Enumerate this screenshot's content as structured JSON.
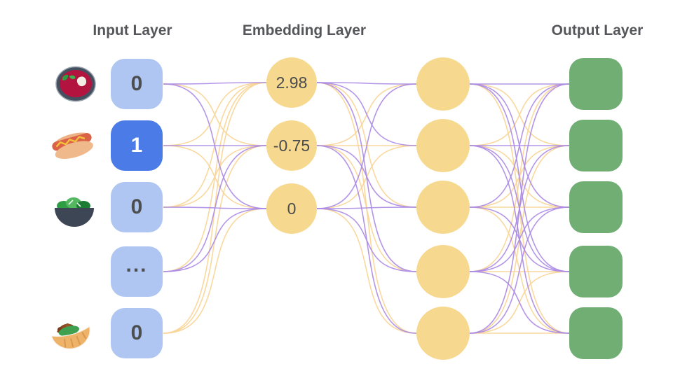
{
  "titles": {
    "input": "Input Layer",
    "embedding": "Embedding Layer",
    "output": "Output Layer"
  },
  "input_layer": {
    "nodes": [
      {
        "icon": "borscht-soup",
        "value": "0",
        "active": false
      },
      {
        "icon": "hot-dog",
        "value": "1",
        "active": true
      },
      {
        "icon": "green-salad",
        "value": "0",
        "active": false
      },
      {
        "icon": "none",
        "value": "...",
        "active": false
      },
      {
        "icon": "stuffed-flatbread",
        "value": "0",
        "active": false
      }
    ]
  },
  "embedding_layer": {
    "values": [
      "2.98",
      "-0.75",
      "0"
    ]
  },
  "hidden_layer": {
    "node_count": 5
  },
  "output_layer": {
    "node_count": 5
  },
  "connections": {
    "input_to_embedding": [
      [
        "P",
        "Y",
        "P"
      ],
      [
        "Y",
        "P",
        "Y"
      ],
      [
        "Y",
        "Y",
        "P"
      ],
      [
        "Y",
        "P",
        "P"
      ],
      [
        "Y",
        "Y",
        "Y"
      ]
    ],
    "embedding_to_hidden": [
      [
        "P",
        "P",
        "Y",
        "P",
        "Y"
      ],
      [
        "Y",
        "Y",
        "P",
        "Y",
        "P"
      ],
      [
        "P",
        "Y",
        "P",
        "P",
        "Y"
      ]
    ],
    "hidden_to_output": [
      [
        "P",
        "Y",
        "P",
        "P",
        "Y"
      ],
      [
        "Y",
        "P",
        "Y",
        "P",
        "P"
      ],
      [
        "P",
        "Y",
        "Y",
        "P",
        "Y"
      ],
      [
        "Y",
        "P",
        "P",
        "Y",
        "P"
      ],
      [
        "P",
        "Y",
        "P",
        "Y",
        "Y"
      ]
    ]
  },
  "colors": {
    "input_node_inactive": "#aec6f1",
    "input_node_active": "#4a7be6",
    "embedding_node": "#f6d98e",
    "hidden_node": "#f6d98e",
    "output_node": "#70ae74",
    "line_purple": "#ab8ae6",
    "line_gold": "#f8d494",
    "title_text": "#55565a",
    "value_text": "#4d4e50"
  }
}
